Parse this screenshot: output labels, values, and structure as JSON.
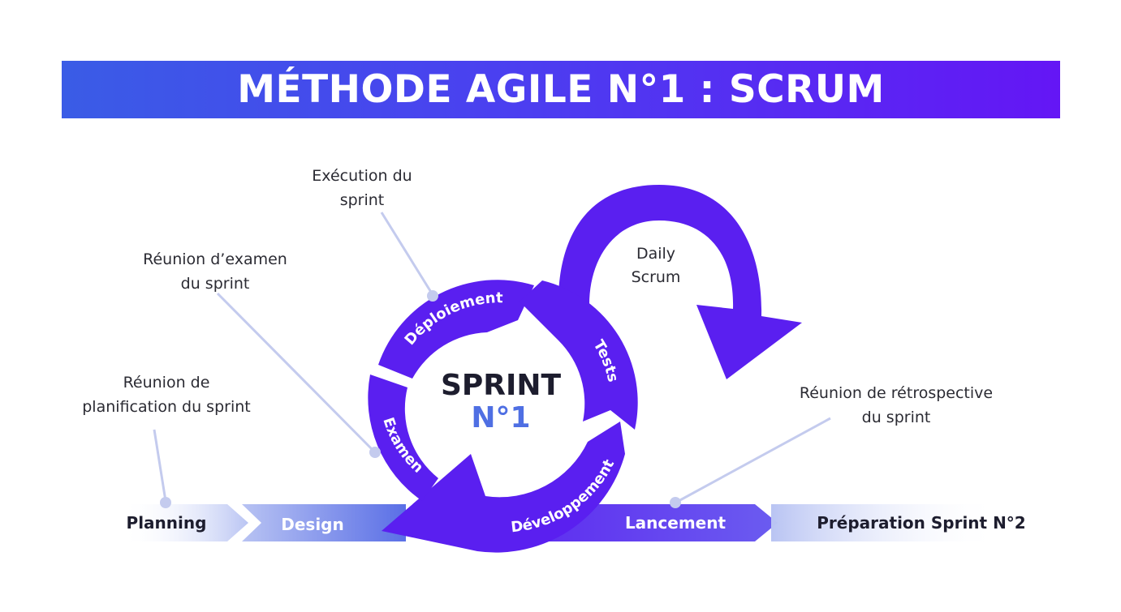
{
  "title": "MÉTHODE AGILE N°1 : SCRUM",
  "center": {
    "line1": "SPRINT",
    "line2": "N°1"
  },
  "ring_segments": [
    "Déploiement",
    "Tests",
    "Développement",
    "Examen"
  ],
  "daily_scrum": [
    "Daily",
    "Scrum"
  ],
  "timeline": [
    "Planning",
    "Design",
    "Lancement",
    "Préparation Sprint N°2"
  ],
  "callouts": {
    "execution": [
      "Exécution du",
      "sprint"
    ],
    "examen": [
      "Réunion d’examen",
      "du sprint"
    ],
    "planification": [
      "Réunion de",
      "planification du sprint"
    ],
    "retrospective": [
      "Réunion de rétrospective",
      "du sprint"
    ]
  },
  "colors": {
    "primary": "#5a1ff0",
    "banner_start": "#3a5ce6",
    "banner_end": "#6416f5",
    "accent_blue": "#4f6fe3",
    "leader": "#c4cbee"
  }
}
